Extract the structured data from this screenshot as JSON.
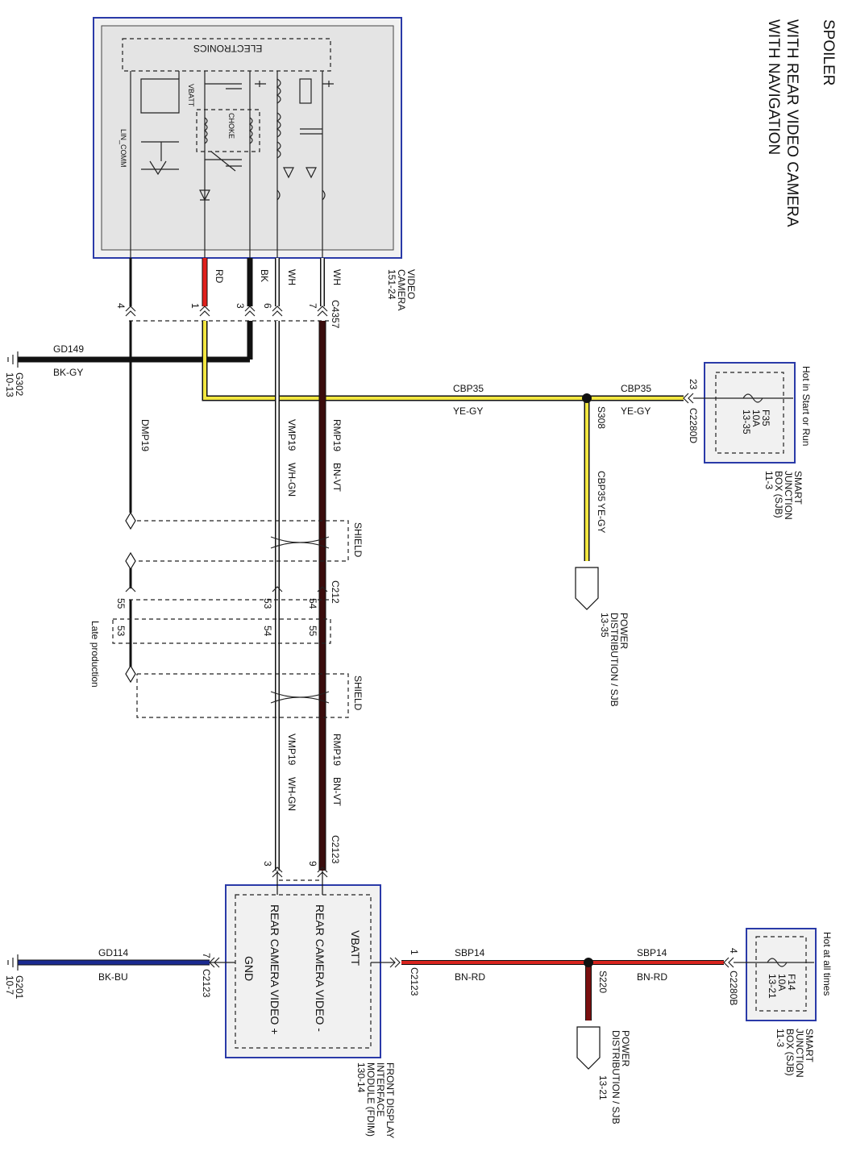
{
  "title": {
    "line1": "SPOILER",
    "line2": "WITH REAR VIDEO CAMERA",
    "line3": "WITH NAVIGATION"
  },
  "colors": {
    "box_border": "#2a3aa8",
    "wire_black": "#111111",
    "wire_red": "#e0201c",
    "wire_white": "#ffffff",
    "wire_yellow": "#f2e640",
    "wire_brown": "#3a0c0c",
    "wire_darkred": "#c02020",
    "wire_blue": "#1a2a90"
  },
  "video_camera": {
    "name_line1": "VIDEO",
    "name_line2": "CAMERA",
    "page_ref": "151-24",
    "electronics_label": "ELECTRONICS",
    "vbatt_label": "VBATT",
    "choke_label": "CHOKE",
    "lin_comm_label": "LIN_COMM",
    "connector": "C4357",
    "pins": [
      {
        "pin": "4",
        "color": ""
      },
      {
        "pin": "1",
        "color": "RD"
      },
      {
        "pin": "3",
        "color": "BK"
      },
      {
        "pin": "6",
        "color": "WH"
      },
      {
        "pin": "7",
        "color": "WH"
      }
    ]
  },
  "ground_g302": {
    "circuit": "GD149",
    "wire_color": "BK-GY",
    "ground": "G302",
    "page_ref": "10-13"
  },
  "cbp35_run": {
    "circuit_left": "CBP35",
    "color_left": "YE-GY",
    "circuit_right": "CBP35",
    "color_right": "YE-GY",
    "splice": "S308",
    "branch_circuit": "CBP35",
    "branch_color": "YE-GY"
  },
  "sjb_f35": {
    "hot_label": "Hot in Start or Run",
    "fuse": "F35",
    "rating": "10A",
    "page_ref": "13-35",
    "pin": "23",
    "connector": "C2280D",
    "name_line1": "SMART",
    "name_line2": "JUNCTION",
    "name_line3": "BOX (SJB)",
    "name_line4": "11-3"
  },
  "power_dist_1": {
    "line1": "POWER",
    "line2": "DISTRIBUTION / SJB",
    "line3": "13-35"
  },
  "shielded_cable": {
    "shield_label": "SHIELD",
    "rmp_circuit": "RMP19",
    "rmp_color": "BN-VT",
    "vmp_circuit": "VMP19",
    "vmp_color": "WH-GN",
    "dmp_circuit": "DMP19"
  },
  "c212": {
    "connector": "C212",
    "pins_top": [
      "55",
      "53",
      "54"
    ],
    "pins_late": [
      "53",
      "54",
      "55"
    ],
    "late_note": "Late production"
  },
  "fdim": {
    "name_line1": "FRONT DISPLAY",
    "name_line2": "INTERFACE",
    "name_line3": "MODULE (FDIM)",
    "page_ref": "130-14",
    "vbatt_label": "VBATT",
    "video_minus_label": "REAR CAMERA VIDEO -",
    "video_plus_label": "REAR CAMERA VIDEO +",
    "gnd_label": "GND",
    "connector": "C2123",
    "pin_video_minus": "9",
    "pin_video_plus": "3",
    "pin_vbatt": "1",
    "pin_gnd": "7"
  },
  "ground_g201": {
    "circuit": "GD114",
    "wire_color": "BK-BU",
    "ground": "G201",
    "page_ref": "10-7"
  },
  "sbp14_run": {
    "circuit_left": "SBP14",
    "color_left": "BN-RD",
    "circuit_right": "SBP14",
    "color_right": "BN-RD",
    "splice": "S220"
  },
  "sjb_f14": {
    "hot_label": "Hot at all times",
    "fuse": "F14",
    "rating": "10A",
    "page_ref": "13-21",
    "pin": "4",
    "connector": "C2280B",
    "name_line1": "SMART",
    "name_line2": "JUNCTION",
    "name_line3": "BOX (SJB)",
    "name_line4": "11-3"
  },
  "power_dist_2": {
    "line1": "POWER",
    "line2": "DISTRIBUTION / SJB",
    "line3": "13-21"
  }
}
